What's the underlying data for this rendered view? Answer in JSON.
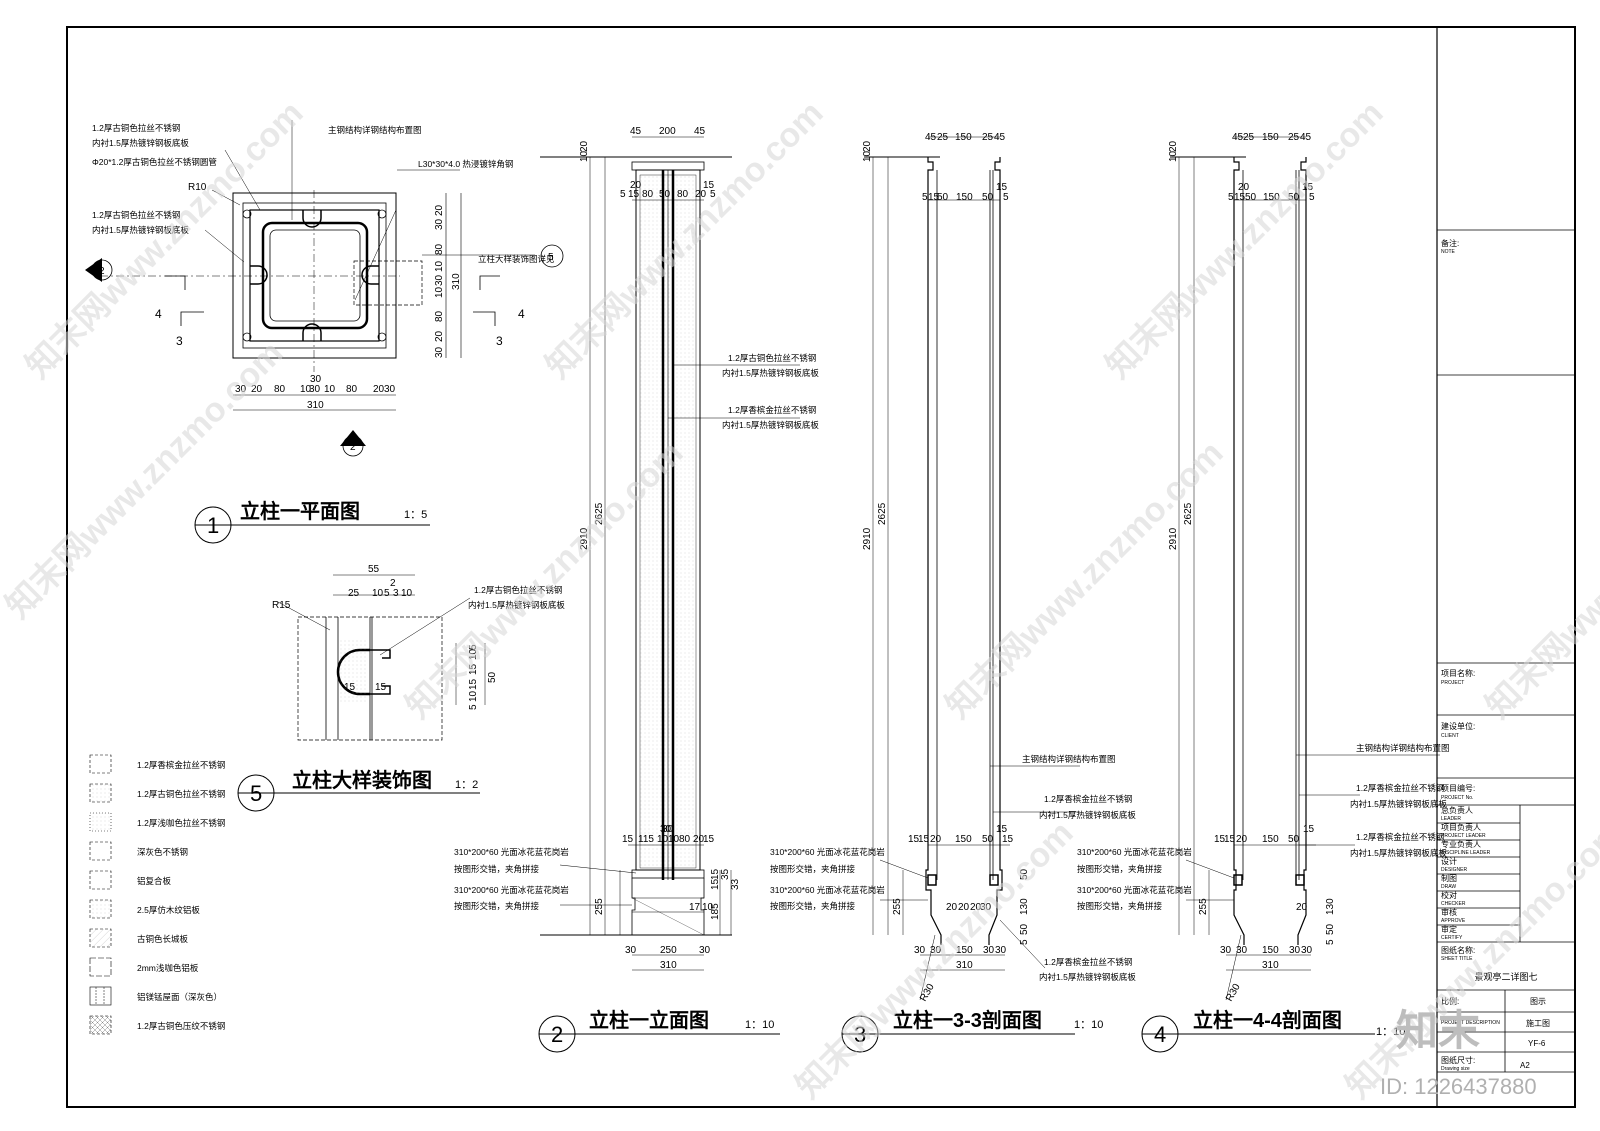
{
  "drawings": {
    "plan": {
      "num": "1",
      "title": "立柱一平面图",
      "scale": "1：5",
      "notes": [
        "1.2厚古铜色拉丝不锈钢",
        "内衬1.5厚热镀锌钢板底板",
        "Φ20*1.2厚古铜色拉丝不锈钢圆管",
        "1.2厚古铜色拉丝不锈钢",
        "内衬1.5厚热镀锌钢板底板",
        "主钢结构详钢结构布置图",
        "L30*30*4.0 热浸镀锌角钢",
        "立柱大样装饰图详见"
      ],
      "radius": "R10",
      "dims_bottom": [
        "30",
        "20",
        "80",
        "10",
        "30",
        "10",
        "80",
        "20",
        "30"
      ],
      "dim_total": "310",
      "dims_right": [
        "20",
        "30",
        "80",
        "10",
        "30",
        "10",
        "80",
        "20",
        "30"
      ],
      "dim_total_right": "310",
      "dim_center": "30",
      "section_marks": [
        "4",
        "4",
        "3",
        "3"
      ],
      "ref_marks": [
        "2",
        "2"
      ],
      "detail_ref": "5"
    },
    "detail": {
      "num": "5",
      "title": "立柱大样装饰图",
      "scale": "1：2",
      "radius": "R15",
      "notes": [
        "1.2厚古铜色拉丝不锈钢",
        "内衬1.5厚热镀锌钢板底板"
      ],
      "dims_top": [
        "55",
        "2",
        "25",
        "10",
        "5",
        "3",
        "10"
      ],
      "dims_inner": [
        "15",
        "15"
      ],
      "dims_right": [
        "5",
        "10",
        "15",
        "15",
        "10",
        "5",
        "50"
      ]
    },
    "elevation": {
      "num": "2",
      "title": "立柱一立面图",
      "scale": "1：10",
      "dims_top": [
        "45",
        "200",
        "45"
      ],
      "dims_top2": [
        "5",
        "15",
        "20",
        "80",
        "50",
        "80",
        "20",
        "15",
        "5"
      ],
      "dims_mid": [
        "15",
        "115",
        "10",
        "30",
        "10",
        "80",
        "20",
        "15"
      ],
      "dims_left": [
        "10",
        "20",
        "2910",
        "2625",
        "255"
      ],
      "dims_base": [
        "30",
        "250",
        "30"
      ],
      "dim_total": "310",
      "dims_right": [
        "15",
        "15",
        "35",
        "33",
        "17",
        "10",
        "30",
        "185"
      ],
      "notes": [
        "1.2厚古铜色拉丝不锈钢",
        "内衬1.5厚热镀锌钢板底板",
        "1.2厚香槟金拉丝不锈钢",
        "内衬1.5厚热镀锌钢板底板",
        "310*200*60 光面冰花蓝花岗岩",
        "按图形交错，夹角拼接",
        "310*200*60 光面冰花蓝花岗岩",
        "按图形交错，夹角拼接"
      ]
    },
    "section33": {
      "num": "3",
      "title": "立柱一3-3剖面图",
      "scale": "1：10",
      "dims_top": [
        "45",
        "25",
        "150",
        "25",
        "45"
      ],
      "dims_top2": [
        "5",
        "15",
        "50",
        "150",
        "50",
        "15",
        "5"
      ],
      "dims_left": [
        "10",
        "20",
        "2910",
        "2625",
        "255"
      ],
      "dims_mid": [
        "15",
        "15",
        "20",
        "150",
        "50",
        "15",
        "15"
      ],
      "dims_base": [
        "30",
        "30",
        "150",
        "30",
        "30"
      ],
      "dim_total": "310",
      "dims_right": [
        "20",
        "20",
        "20",
        "30",
        "50",
        "130",
        "50",
        "5"
      ],
      "radius": "R30",
      "notes": [
        "主钢结构详钢结构布置图",
        "1.2厚香槟金拉丝不锈钢",
        "内衬1.5厚热镀锌钢板底板",
        "310*200*60 光面冰花蓝花岗岩",
        "按图形交错，夹角拼接",
        "310*200*60 光面冰花蓝花岗岩",
        "按图形交错，夹角拼接",
        "1.2厚香槟金拉丝不锈钢",
        "内衬1.5厚热镀锌钢板底板"
      ]
    },
    "section44": {
      "num": "4",
      "title": "立柱一4-4剖面图",
      "scale": "1：10",
      "dims_top": [
        "45",
        "25",
        "150",
        "25",
        "45"
      ],
      "dims_top2": [
        "5",
        "15",
        "20",
        "50",
        "150",
        "50",
        "15",
        "5"
      ],
      "dims_left": [
        "10",
        "20",
        "2910",
        "2625",
        "255"
      ],
      "dims_mid": [
        "15",
        "15",
        "20",
        "150",
        "50",
        "15"
      ],
      "dims_base": [
        "30",
        "30",
        "150",
        "30",
        "30"
      ],
      "dim_total": "310",
      "dims_right": [
        "20",
        "130",
        "50",
        "5"
      ],
      "radius": "R30",
      "notes": [
        "主钢结构详钢结构布置图",
        "1.2厚香槟金拉丝不锈钢",
        "内衬1.5厚热镀锌钢板底板",
        "1.2厚香槟金拉丝不锈钢",
        "内衬1.5厚热镀锌钢板底板",
        "310*200*60 光面冰花蓝花岗岩",
        "按图形交错，夹角拼接",
        "310*200*60 光面冰花蓝花岗岩",
        "按图形交错，夹角拼接"
      ]
    }
  },
  "legend": [
    "1.2厚香槟金拉丝不锈钢",
    "1.2厚古铜色拉丝不锈钢",
    "1.2厚浅咖色拉丝不锈钢",
    "深灰色不锈钢",
    "铝复合板",
    "2.5厚仿木纹铝板",
    "古铜色长城板",
    "2mm浅咖色铝板",
    "铝镁锰屋面（深灰色）",
    "1.2厚古铜色压纹不锈钢"
  ],
  "title_block": {
    "note_label": "备注:",
    "note_label_en": "NOTE",
    "project_label": "项目名称:",
    "project_label_en": "PROJECT",
    "client_label": "建设单位:",
    "client_label_en": "CLIENT",
    "project_no_label": "项目编号:",
    "project_no_label_en": "PROJECT No.",
    "roles": [
      {
        "cn": "总负责人",
        "en": "LEADER"
      },
      {
        "cn": "项目负责人",
        "en": "PROJECT LEADER"
      },
      {
        "cn": "专业负责人",
        "en": "DISCIPLINE LEADER"
      },
      {
        "cn": "设计",
        "en": "DESIGNER"
      },
      {
        "cn": "制图",
        "en": "DRAW"
      },
      {
        "cn": "校对",
        "en": "CHECKER"
      },
      {
        "cn": "审核",
        "en": "APPROVE"
      },
      {
        "cn": "审定",
        "en": "CERTIFY"
      }
    ],
    "sheet_title_label": "图纸名称:",
    "sheet_title_label_en": "SHEET TITLE",
    "sheet_title": "景观亭二详图七",
    "scale_label": "比例:",
    "scale_value": "图示",
    "desc_label_en": "PROJECT DESCRIPTION",
    "desc_value": "施工图",
    "sheet_no": "YF-6",
    "size_label": "图纸尺寸:",
    "size_label_en": "Drawing size",
    "size_value": "A2"
  },
  "watermark": {
    "text": "知末网www.znzmo.com",
    "logo": "知末",
    "id": "ID: 1226437880"
  }
}
